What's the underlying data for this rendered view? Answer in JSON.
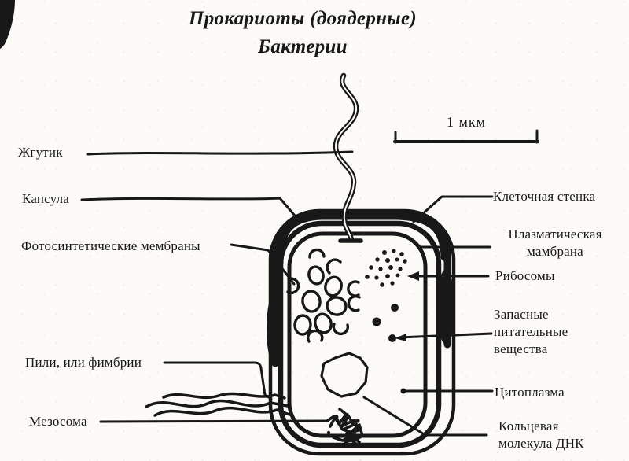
{
  "title": {
    "line1": "Прокариоты (доядерные)",
    "line2": "Бактерии"
  },
  "scale_bar": {
    "label": "1 мкм"
  },
  "labels": {
    "flagellum": "Жгутик",
    "capsule": "Капсула",
    "photosynthetic_membranes": "Фотосинтетические мембраны",
    "pili": "Пили, или фимбрии",
    "mesosome": "Мезосома",
    "cell_wall": "Клеточная стенка",
    "plasma_membrane": "Плазматическая мамбрана",
    "ribosomes": "Рибосомы",
    "reserve_nutrients": "Запасные питательные вещества",
    "cytoplasm": "Цитоплазма",
    "circular_dna": "Кольцевая молекула ДНК"
  },
  "colors": {
    "ink": "#181818",
    "paper": "#fcfbf8"
  }
}
